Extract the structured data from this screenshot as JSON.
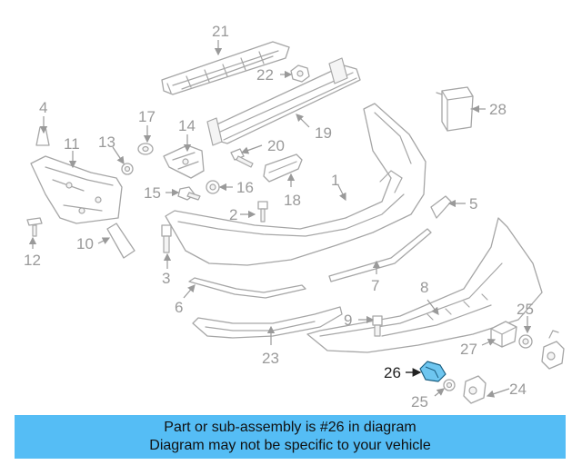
{
  "callouts": [
    "21",
    "22",
    "28",
    "4",
    "17",
    "14",
    "19",
    "11",
    "13",
    "20",
    "1",
    "15",
    "16",
    "18",
    "5",
    "2",
    "10",
    "12",
    "3",
    "6",
    "7",
    "8",
    "9",
    "25",
    "27",
    "23",
    "24",
    "26",
    "25"
  ],
  "banner": {
    "line1": "Part or sub-assembly is #26 in diagram",
    "line2": "Diagram may not be specific to your vehicle"
  },
  "colors": {
    "highlight_part": "#6ec6f0",
    "banner": "#55bdf5"
  }
}
